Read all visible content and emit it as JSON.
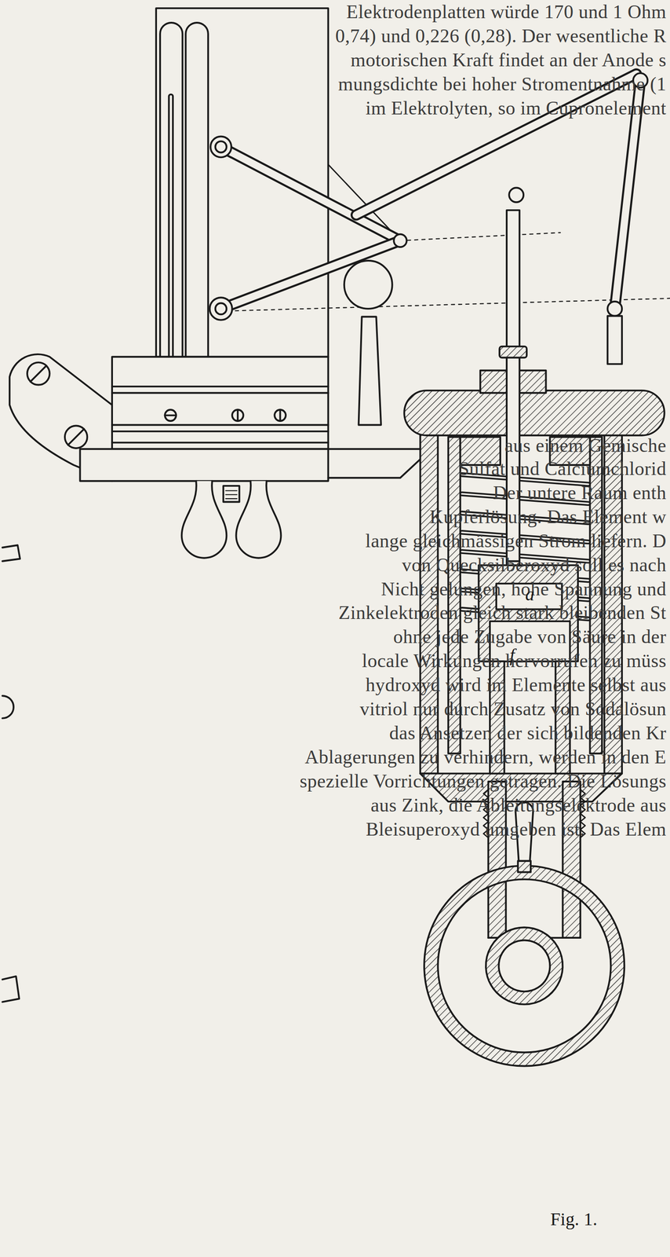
{
  "diagram": {
    "caption": "Fig. 1.",
    "labels": [
      "Elektrodenplatten würde 170 und 1 Ohm",
      "0,74) und 0,226 (0,28). Der wesentliche R",
      "motorischen Kraft findet an der Anode s",
      "mungsdichte bei hoher Stromentnahme (1",
      "im Elektrolyten, so im Cupronelement",
      "aus einem Gemische",
      "Sulfat und Calciumchlorid",
      "Der untere Raum enth",
      "Kupferlösung. Das Element w",
      "lange gleichmässigen Strom liefern. D",
      "von Quecksilberoxyd soll es nach",
      "Nicht gelungen, hohe Spannung und",
      "a",
      "Zinkelektroden gleich stark bleibenden St",
      "ohne jede Zugabe von Säure in der",
      "f",
      "locale Wirkungen hervorrufen zu müss",
      "hydroxyd wird im Elemente selbst aus",
      "vitriol nur durch Zusatz von Sodalösun",
      "das Ansetzen der sich bildenden Kr",
      "Ablagerungen zu verhindern, werden in den E",
      "spezielle Vorrichtungen getragen. Die Lösungs",
      "aus Zink, die Ableitungselektrode aus",
      "Bleisuperoxyd umgeben ist. Das Elem"
    ]
  }
}
